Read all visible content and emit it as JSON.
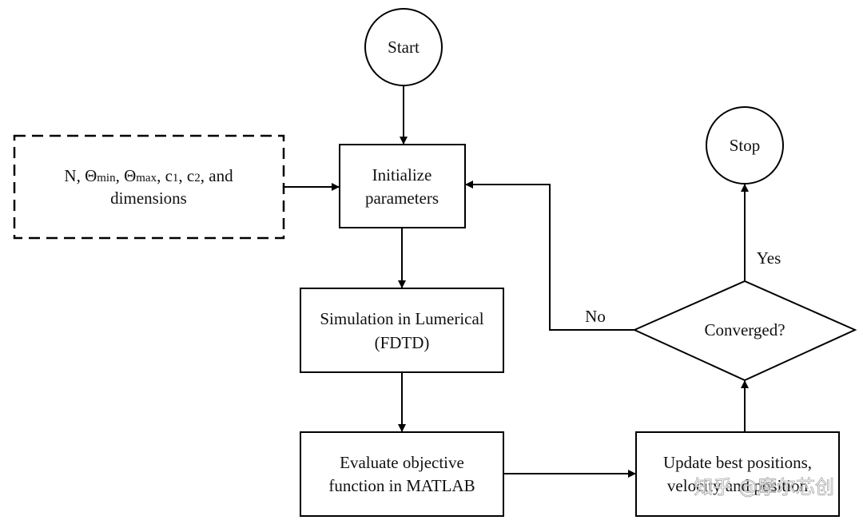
{
  "nodes": {
    "start": "Start",
    "stop": "Stop",
    "inputs": {
      "line1": {
        "n": "N, ",
        "theta1": "Θ",
        "min": "min",
        "sep1": ", ",
        "theta2": "Θ",
        "max": "max",
        "c1a": ", c",
        "c1b": "1",
        "c2a": ", c",
        "c2b": "2",
        "tail": ", and"
      },
      "line2": "dimensions"
    },
    "init": [
      "Initialize",
      "parameters"
    ],
    "sim": [
      "Simulation in Lumerical",
      "(FDTD)"
    ],
    "eval": [
      "Evaluate objective",
      "function  in MATLAB"
    ],
    "update": [
      "Update best positions,",
      "velocity and position"
    ],
    "decision": "Converged?"
  },
  "edges": {
    "yes_label": "Yes",
    "no_label": "No"
  },
  "watermark": "知乎 @摩尔芯创",
  "colors": {
    "stroke": "#000000",
    "yes": "#2e9b57",
    "no": "#d42020",
    "background": "#ffffff"
  }
}
